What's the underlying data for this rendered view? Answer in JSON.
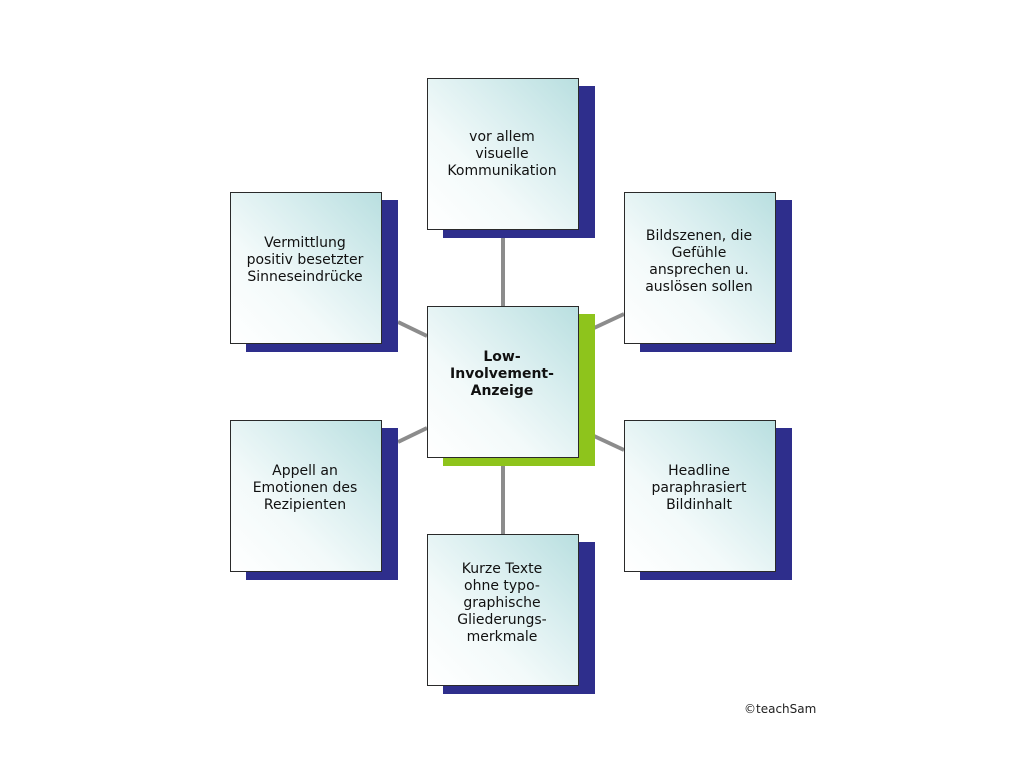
{
  "diagram": {
    "center": "Low-\nInvolvement-\nAnzeige",
    "top": "vor allem\nvisuelle\nKommunikation",
    "top_left": "Vermittlung\npositiv besetzter\nSinneseindrücke",
    "top_right": "Bildszenen, die\nGefühle\nansprechen u.\nauslösen sollen",
    "bottom_left": "Appell an\nEmotionen des\nRezipienten",
    "bottom_right": "Headline\nparaphrasiert\nBildinhalt",
    "bottom": "Kurze Texte\nohne typo-\ngraphische\nGliederungs-\nmerkmale"
  },
  "colors": {
    "center_shadow": "#8ec41c",
    "outer_shadow": "#2e2e8c",
    "connector": "#8c8c8c",
    "box_gradient_tint": "#b9dfe0"
  },
  "copyright": "©teachSam"
}
